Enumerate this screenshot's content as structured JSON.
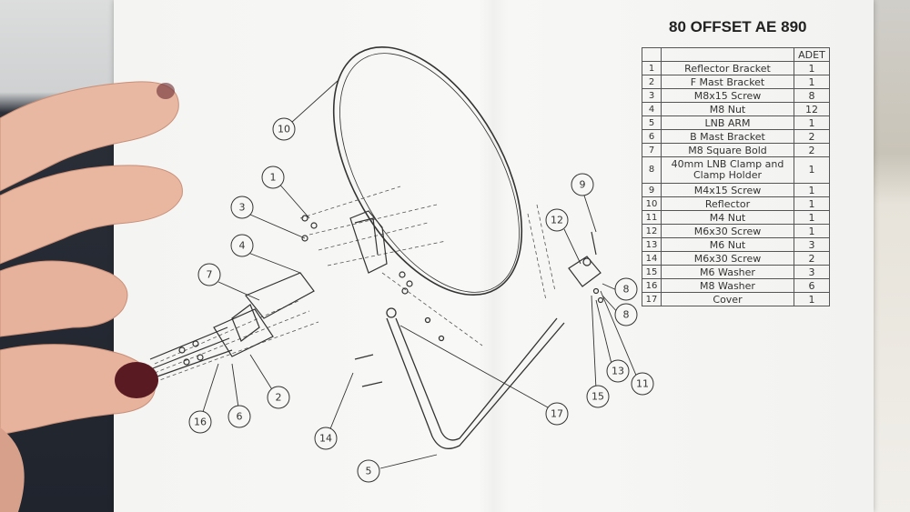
{
  "title": "80 OFFSET AE 890",
  "table": {
    "header_qty": "ADET",
    "rows": [
      {
        "no": "1",
        "name": "Reflector Bracket",
        "qty": "1"
      },
      {
        "no": "2",
        "name": "F Mast Bracket",
        "qty": "1"
      },
      {
        "no": "3",
        "name": "M8x15 Screw",
        "qty": "8"
      },
      {
        "no": "4",
        "name": "M8 Nut",
        "qty": "12"
      },
      {
        "no": "5",
        "name": "LNB ARM",
        "qty": "1"
      },
      {
        "no": "6",
        "name": "B Mast Bracket",
        "qty": "2"
      },
      {
        "no": "7",
        "name": "M8 Square Bold",
        "qty": "2"
      },
      {
        "no": "8",
        "name": "40mm LNB Clamp and Clamp Holder",
        "qty": "1"
      },
      {
        "no": "9",
        "name": "M4x15 Screw",
        "qty": "1"
      },
      {
        "no": "10",
        "name": "Reflector",
        "qty": "1"
      },
      {
        "no": "11",
        "name": "M4 Nut",
        "qty": "1"
      },
      {
        "no": "12",
        "name": "M6x30 Screw",
        "qty": "1"
      },
      {
        "no": "13",
        "name": "M6 Nut",
        "qty": "3"
      },
      {
        "no": "14",
        "name": "M6x30 Screw",
        "qty": "2"
      },
      {
        "no": "15",
        "name": "M6 Washer",
        "qty": "3"
      },
      {
        "no": "16",
        "name": "M8 Washer",
        "qty": "6"
      },
      {
        "no": "17",
        "name": "Cover",
        "qty": "1"
      }
    ]
  },
  "callouts": [
    "10",
    "1",
    "3",
    "4",
    "7",
    "2",
    "6",
    "16",
    "14",
    "5",
    "17",
    "9",
    "12",
    "8",
    "8",
    "13",
    "11",
    "15"
  ],
  "colors": {
    "paper": "#f5f5f3",
    "ink": "#333333",
    "skin": "#e7b39c",
    "nail": "#5a1a22"
  }
}
